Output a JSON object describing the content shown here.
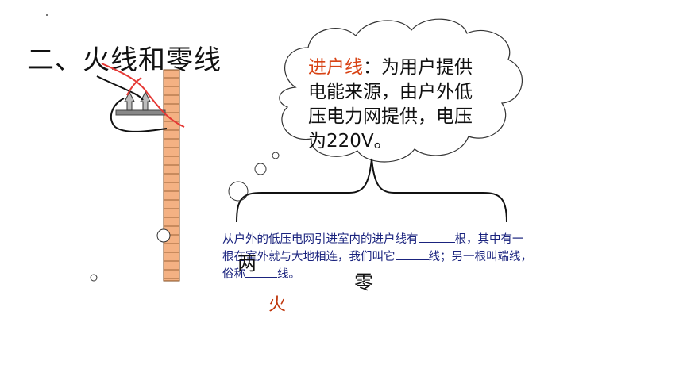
{
  "title": "二、火线和零线",
  "cloud": {
    "highlight": "进户线",
    "text": "：为用户提供电能来源，由户外低压电力网提供，电压为220V。"
  },
  "paragraph": {
    "part1": "从户外的低压电网引进室内的进户线有",
    "part2": "根，其中有一根在室外就与大地相连，我们叫它",
    "part3": "线；另一根叫端线，俗称",
    "part4": "线。"
  },
  "answers": {
    "count": "两",
    "neutral": "零",
    "live": "火"
  },
  "colors": {
    "pole_fill": "#f4b183",
    "pole_stroke": "#7f4a1e",
    "wire_red": "#e53935",
    "text_blue": "#1a237e",
    "highlight_orange": "#d84315"
  }
}
